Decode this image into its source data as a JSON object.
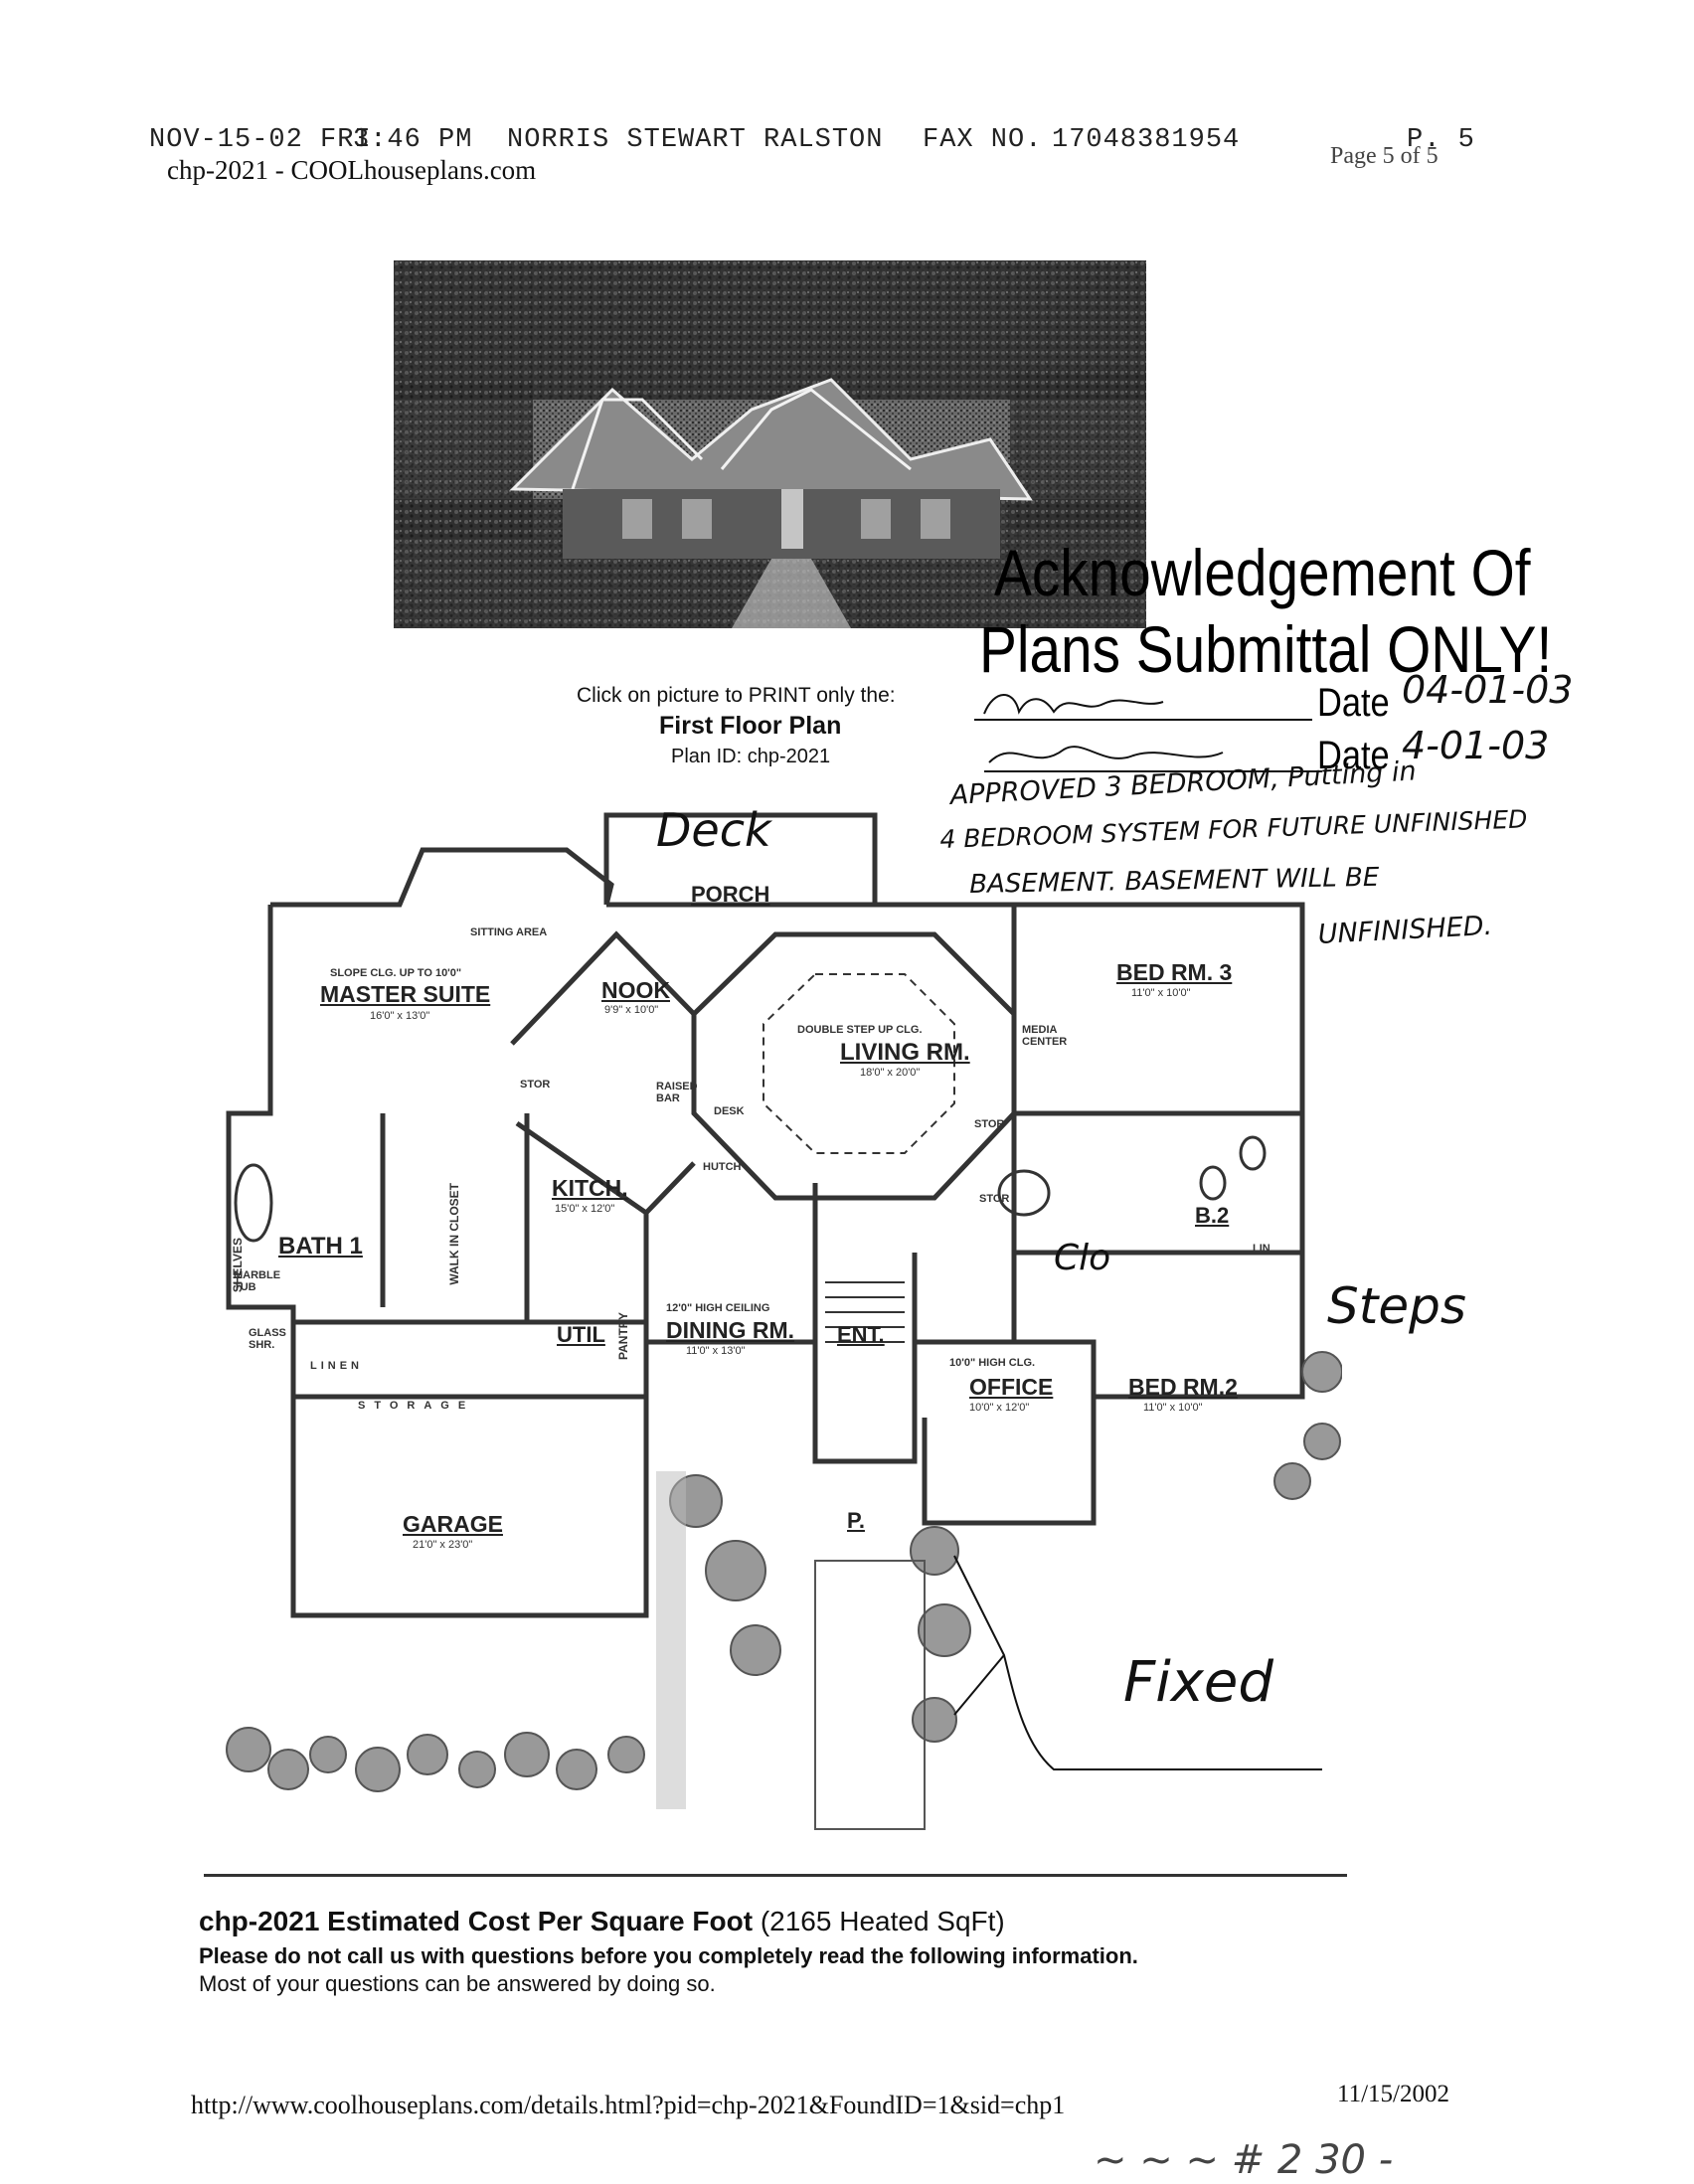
{
  "fax_header": {
    "date": "NOV-15-02 FRI",
    "time": "3:46 PM",
    "sender": "NORRIS STEWART RALSTON",
    "fax_label": "FAX NO.",
    "fax_number": "17048381954",
    "page": "P. 5"
  },
  "site_line": "chp-2021 - COOLhouseplans.com",
  "page_of": "Page 5 of 5",
  "print_prompt": "Click on picture to PRINT only the:",
  "print_plan_name": "First Floor Plan",
  "plan_id": "Plan ID: chp-2021",
  "stamp": {
    "line1": "Acknowledgement Of",
    "line2": "Plans Submittal ONLY!",
    "date_label_1": "Date",
    "date_label_2": "Date",
    "date_value_1": "04-01-03",
    "date_value_2": "4-01-03"
  },
  "handwritten": {
    "note_line1": "APPROVED 3 BEDROOM, Putting in",
    "note_line2": "4 BEDROOM SYSTEM FOR FUTURE UNFINISHED",
    "note_line3": "BASEMENT. BASEMENT WILL BE",
    "note_line4": "UNFINISHED.",
    "deck": "Deck",
    "clo": "Clo",
    "steps": "Steps",
    "fixed": "Fixed",
    "bottom_scribble": "~ ~ ~  # 2 30 -"
  },
  "floor_plan": {
    "rooms": {
      "porch": "PORCH",
      "sitting": "SITTING AREA",
      "slope": "SLOPE CLG. UP TO 10'0\"",
      "master": "MASTER SUITE",
      "master_dim": "16'0\" x 13'0\"",
      "nook": "NOOK",
      "nook_dim": "9'9\" x 10'0\"",
      "living_note": "DOUBLE STEP UP CLG.",
      "living": "LIVING RM.",
      "living_dim": "18'0\" x 20'0\"",
      "media": "MEDIA CENTER",
      "bed3": "BED RM. 3",
      "bed3_dim": "11'0\" x 10'0\"",
      "stor1": "STOR",
      "raised_bar": "RAISED BAR",
      "desk": "DESK",
      "hutch": "HUTCH",
      "kitch": "KITCH.",
      "kitch_dim": "15'0\" x 12'0\"",
      "stor2": "STOR",
      "stor3": "STOR",
      "b2": "B.2",
      "lin": "LIN",
      "bath1": "BATH 1",
      "marble": "MARBLE TUB",
      "glass": "GLASS SHR.",
      "shelves": "SHELVES",
      "linen": "LINEN",
      "walk_in": "WALK IN CLOSET",
      "util": "UTIL",
      "pantry": "PANTRY",
      "dining_note": "12'0\" HIGH CEILING",
      "dining": "DINING RM.",
      "dining_dim": "11'0\" x 13'0\"",
      "ent": "ENT.",
      "office_note": "10'0\" HIGH CLG.",
      "office": "OFFICE",
      "office_dim": "10'0\" x 12'0\"",
      "bed2": "BED RM.2",
      "bed2_dim": "11'0\" x 10'0\"",
      "storage": "STORAGE",
      "garage": "GARAGE",
      "garage_dim": "21'0\" x 23'0\"",
      "p": "P."
    }
  },
  "cost": {
    "title_bold": "chp-2021 Estimated Cost Per Square Foot",
    "title_rest": "(2165 Heated SqFt)",
    "warning": "Please do not call us with questions before you completely read the following information.",
    "note": "Most of your questions can be answered by doing so."
  },
  "footer": {
    "url": "http://www.coolhouseplans.com/details.html?pid=chp-2021&FoundID=1&sid=chp1",
    "date": "11/15/2002"
  },
  "colors": {
    "ink": "#111111",
    "photo_dark": "#3a3a3a",
    "photo_light": "#9a9a9a",
    "plan_line": "#333333"
  }
}
